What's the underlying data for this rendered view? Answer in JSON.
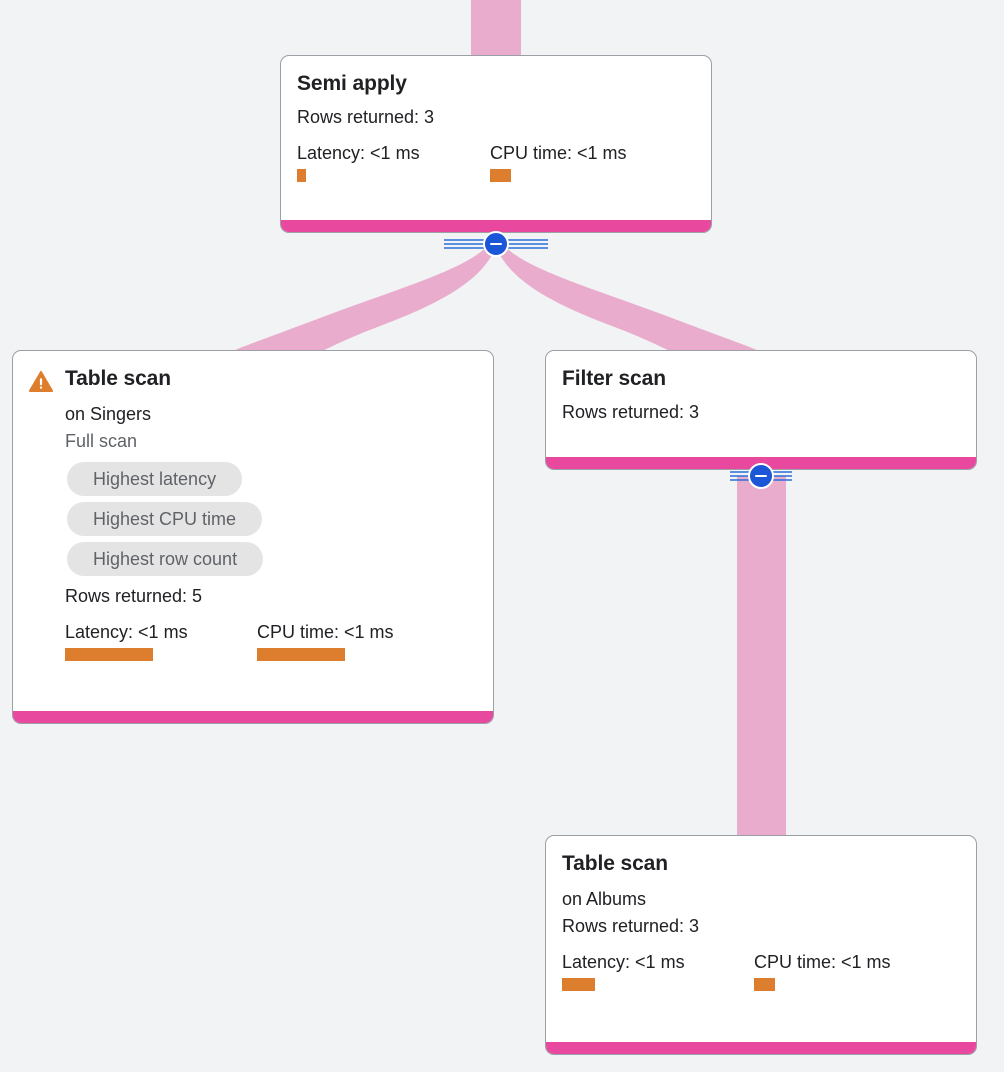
{
  "canvas": {
    "background_color": "#f1f3f4",
    "edge_color": "#eaaccd",
    "node_accent_color": "#e8489d",
    "metric_bar_color": "#dd7e2e",
    "badge_color": "#e4e4e4",
    "toggle_color": "#1a56d6"
  },
  "nodes": [
    {
      "id": "semi-apply",
      "title": "Semi apply",
      "rows_returned": "Rows returned: 3",
      "latency_label": "Latency: <1 ms",
      "cpu_label": "CPU time: <1 ms",
      "latency_bar_width": 9,
      "cpu_bar_width": 21
    },
    {
      "id": "table-scan-singers",
      "title": "Table scan",
      "subtitle": "on Singers",
      "scan_type": "Full scan",
      "badges": [
        "Highest latency",
        "Highest CPU time",
        "Highest row count"
      ],
      "rows_returned": "Rows returned: 5",
      "latency_label": "Latency: <1 ms",
      "cpu_label": "CPU time: <1 ms",
      "latency_bar_width": 88,
      "cpu_bar_width": 88,
      "warning_icon": "warning-triangle-icon"
    },
    {
      "id": "filter-scan",
      "title": "Filter scan",
      "rows_returned": "Rows returned: 3"
    },
    {
      "id": "table-scan-albums",
      "title": "Table scan",
      "subtitle": "on Albums",
      "rows_returned": "Rows returned: 3",
      "latency_label": "Latency: <1 ms",
      "cpu_label": "CPU time: <1 ms",
      "latency_bar_width": 33,
      "cpu_bar_width": 21
    }
  ],
  "toggles": [
    {
      "id": "toggle-semi-apply",
      "state": "expanded",
      "icon": "minus-circle-icon"
    },
    {
      "id": "toggle-filter-scan",
      "state": "expanded",
      "icon": "minus-circle-icon"
    }
  ]
}
